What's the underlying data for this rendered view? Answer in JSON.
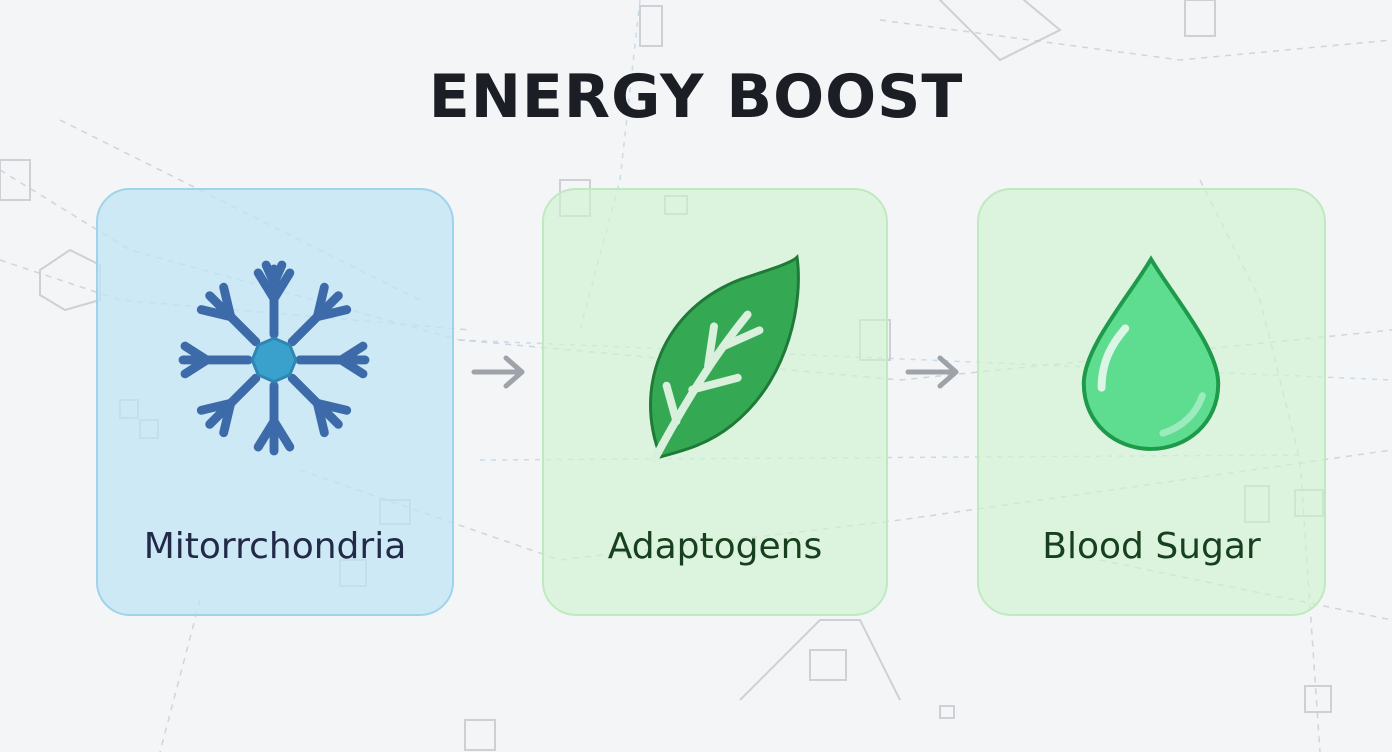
{
  "title": "ENERGY BOOST",
  "colors": {
    "mito_card_fill": "#bee4f5",
    "mito_card_border": "#9fd3ec",
    "green_card_fill": "#cdf4cd",
    "green_card_border": "#bfeabf",
    "mito_icon": "#3d6aa8",
    "mito_center": "#3aa0cc",
    "leaf": "#34a853",
    "drop": "#5edc8f",
    "arrow": "#9ea3aa"
  },
  "steps": [
    {
      "label": "Mitorrchondria",
      "icon": "branching-snowflake-icon"
    },
    {
      "label": "Adaptogens",
      "icon": "leaf-icon"
    },
    {
      "label": "Blood Sugar",
      "icon": "water-drop-icon"
    }
  ],
  "connectors": [
    "right-arrow-icon",
    "right-arrow-icon"
  ]
}
